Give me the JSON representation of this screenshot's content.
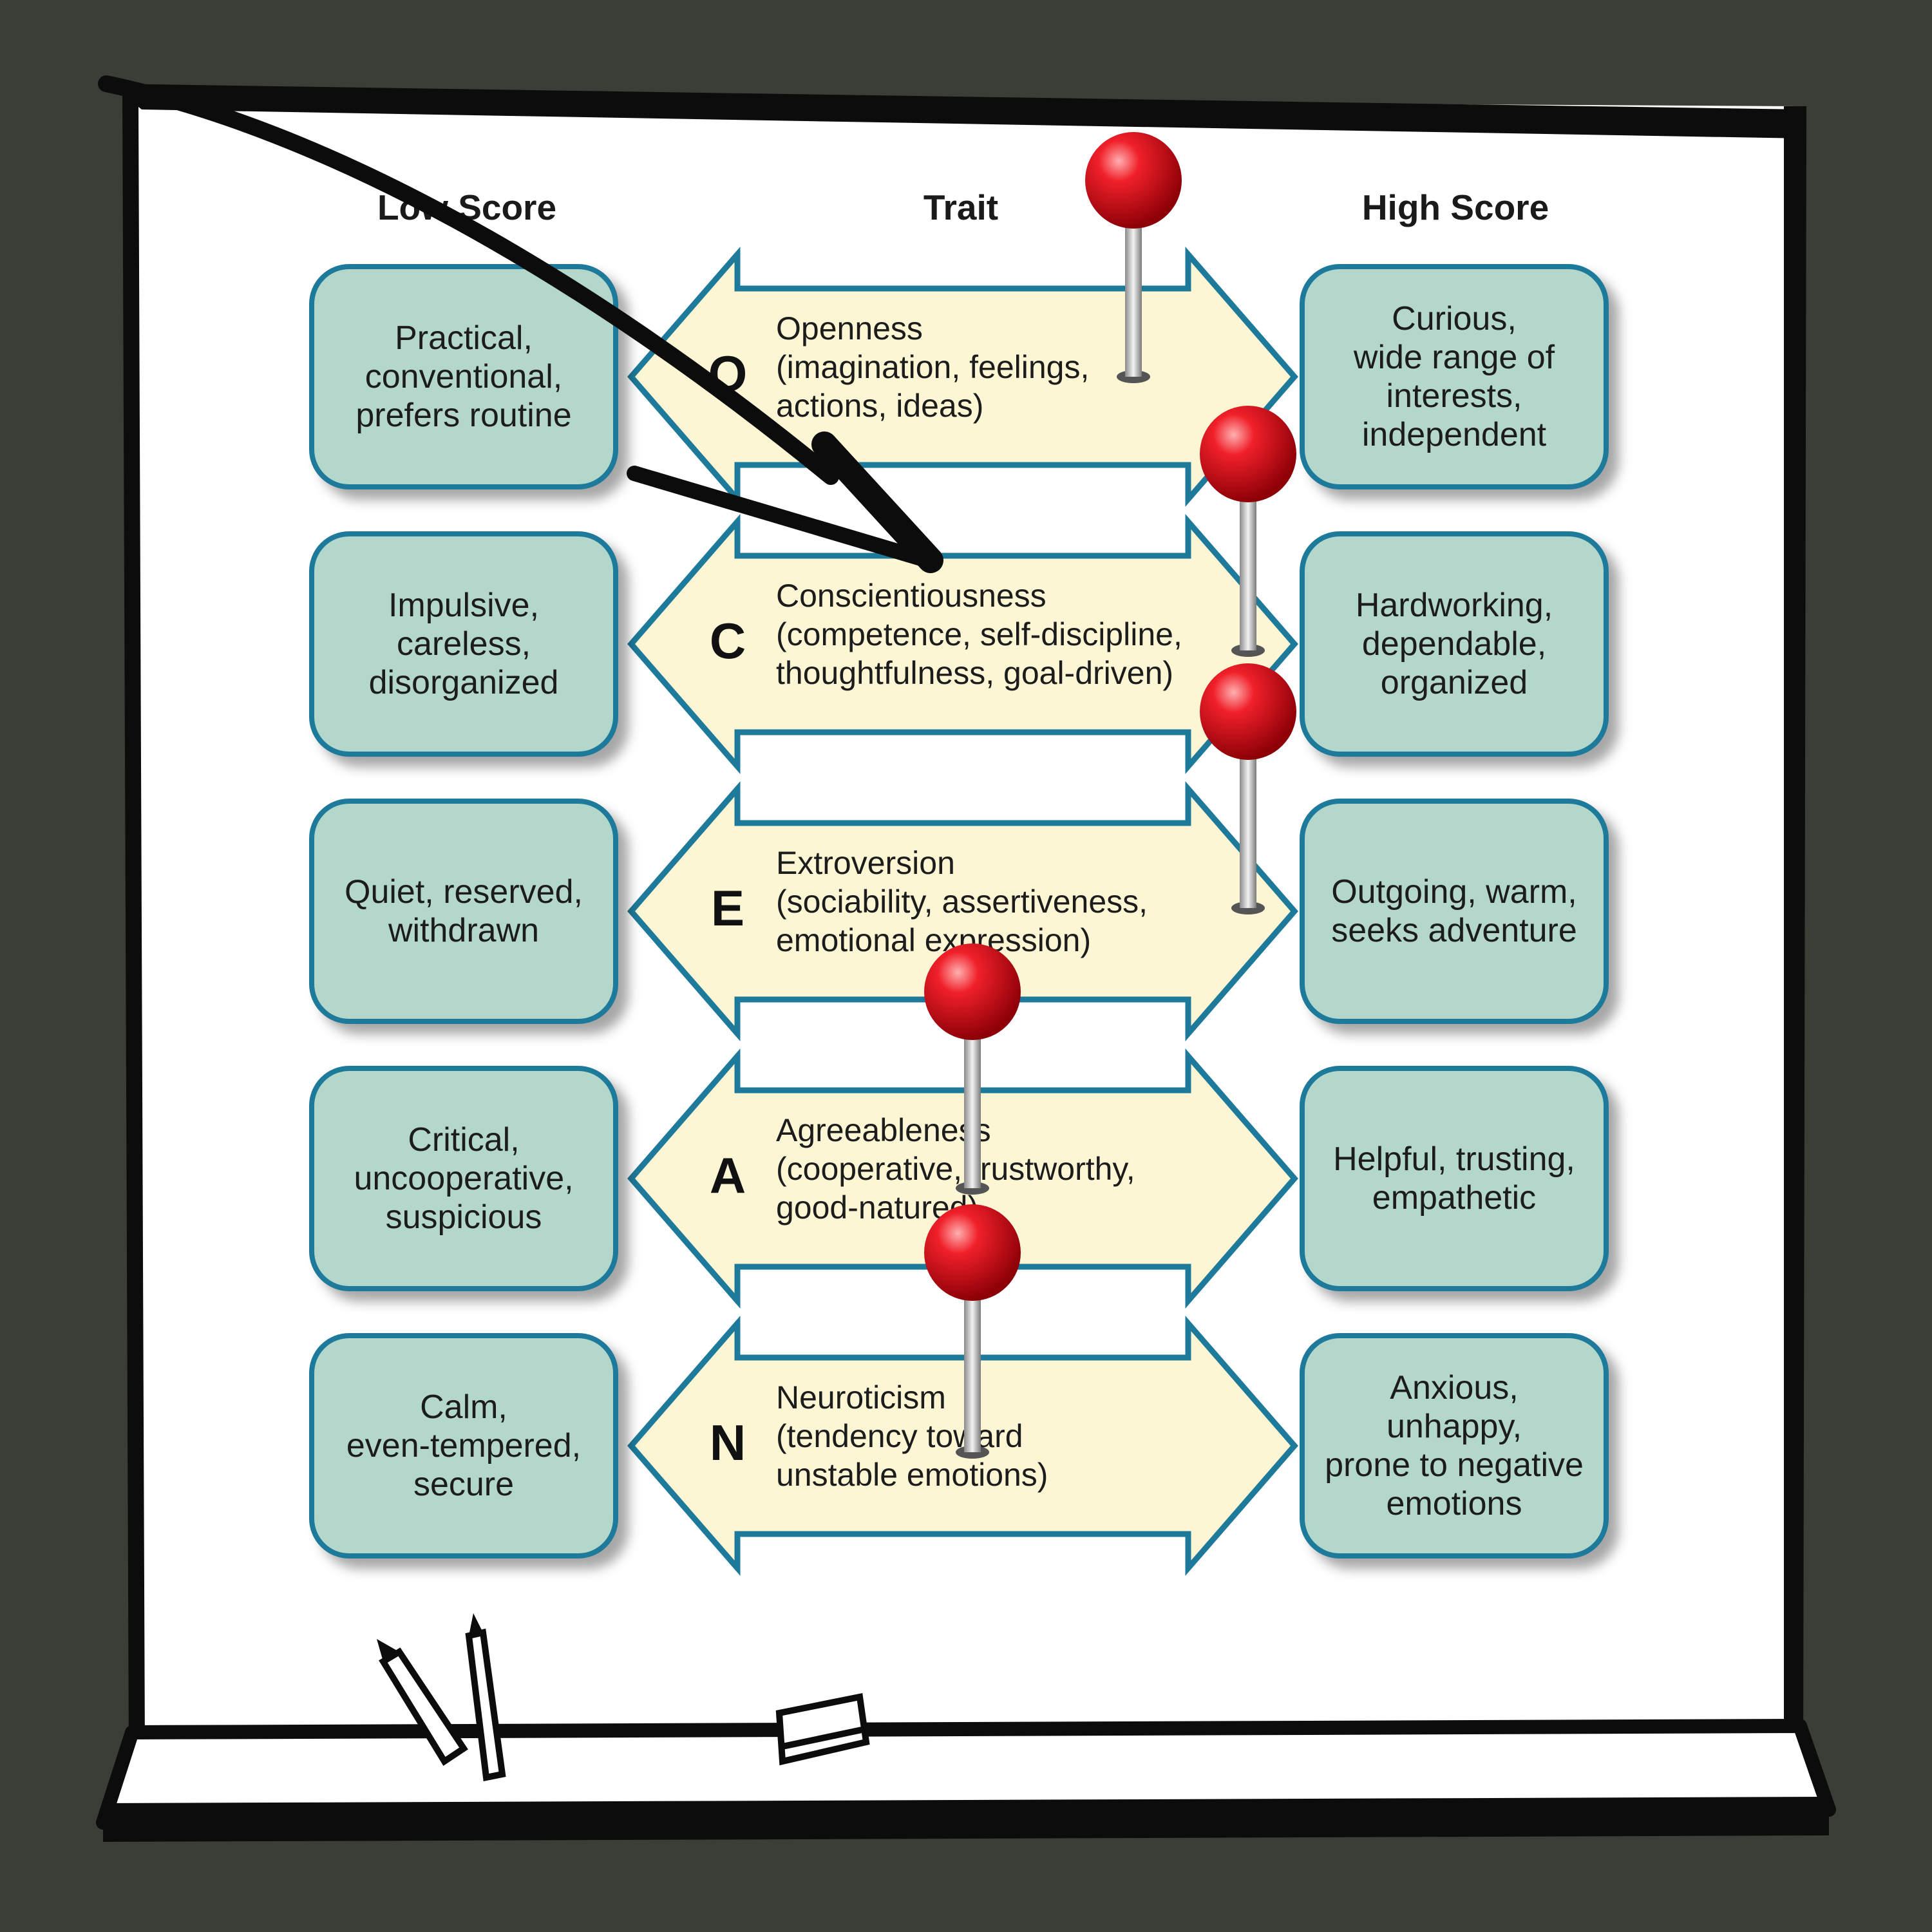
{
  "headers": {
    "low": "Low Score",
    "trait": "Trait",
    "high": "High Score"
  },
  "colors": {
    "background": "#3b3d37",
    "box_fill": "#b4d7cc",
    "box_border": "#1e7a9a",
    "arrow_fill": "#fcf6d4",
    "pin": "#e1141c"
  },
  "traits": [
    {
      "low": "Practical,\nconventional,\nprefers routine",
      "letter": "O",
      "name": "Openness",
      "desc": "(imagination, feelings,\nactions, ideas)",
      "high": "Curious,\nwide range of\ninterests,\nindependent"
    },
    {
      "low": "Impulsive,\ncareless,\ndisorganized",
      "letter": "C",
      "name": "Conscientiousness",
      "desc": "(competence, self-discipline,\nthoughtfulness, goal-driven)",
      "high": "Hardworking,\ndependable,\norganized"
    },
    {
      "low": "Quiet, reserved,\nwithdrawn",
      "letter": "E",
      "name": "Extroversion",
      "desc": "(sociability, assertiveness,\nemotional expression)",
      "high": "Outgoing, warm,\nseeks adventure"
    },
    {
      "low": "Critical,\nuncooperative,\nsuspicious",
      "letter": "A",
      "name": "Agreeableness",
      "desc": "(cooperative, trustworthy,\ngood-natured)",
      "high": "Helpful, trusting,\nempathetic"
    },
    {
      "low": "Calm,\neven-tempered,\nsecure",
      "letter": "N",
      "name": "Neuroticism",
      "desc": "(tendency toward\nunstable emotions)",
      "high": "Anxious,\nunhappy,\nprone to negative\nemotions"
    }
  ]
}
